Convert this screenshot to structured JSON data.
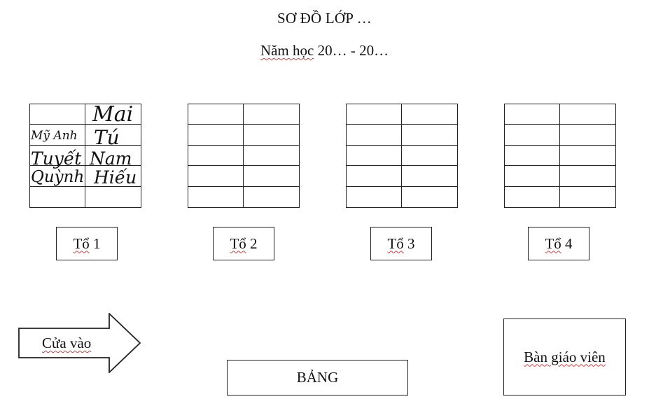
{
  "header": {
    "title": "SƠ ĐỒ LỚP …",
    "year_word": "Năm học",
    "year_rest": " 20… - 20…"
  },
  "groups": [
    {
      "label_word": "Tổ",
      "label_num": " 1",
      "seats": [
        [
          "",
          "Mai"
        ],
        [
          "Mỹ Anh",
          "Tú"
        ],
        [
          "Tuyết",
          "Nam"
        ],
        [
          "Quỳnh",
          "Hiếu"
        ],
        [
          "",
          ""
        ]
      ]
    },
    {
      "label_word": "Tổ",
      "label_num": " 2",
      "seats": [
        [
          "",
          ""
        ],
        [
          "",
          ""
        ],
        [
          "",
          ""
        ],
        [
          "",
          ""
        ],
        [
          "",
          ""
        ]
      ]
    },
    {
      "label_word": "Tổ",
      "label_num": " 3",
      "seats": [
        [
          "",
          ""
        ],
        [
          "",
          ""
        ],
        [
          "",
          ""
        ],
        [
          "",
          ""
        ],
        [
          "",
          ""
        ]
      ]
    },
    {
      "label_word": "Tổ",
      "label_num": " 4",
      "seats": [
        [
          "",
          ""
        ],
        [
          "",
          ""
        ],
        [
          "",
          ""
        ],
        [
          "",
          ""
        ],
        [
          "",
          ""
        ]
      ]
    }
  ],
  "entrance": {
    "label": "Cửa vào"
  },
  "board": {
    "label": "BẢNG"
  },
  "teacher_desk": {
    "label": "Bàn giáo viên"
  }
}
